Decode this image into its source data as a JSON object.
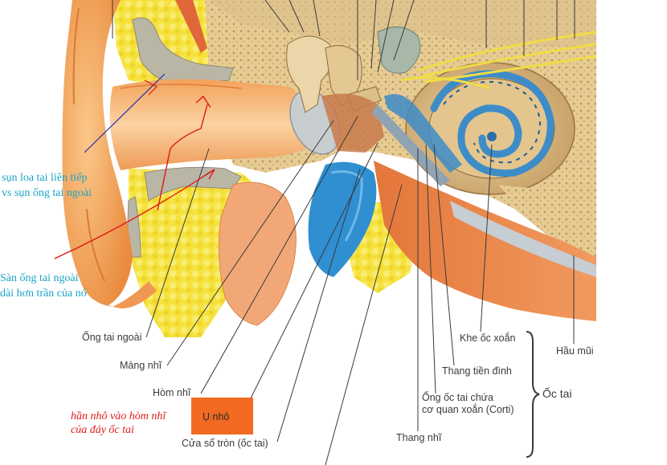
{
  "labels": {
    "external_canal": "Ống tai ngoài",
    "eardrum": "Màng nhĩ",
    "tympanic_cavity": "Hòm nhĩ",
    "round_window": "Cửa sổ tròn (ốc tai)",
    "scala_tympani": "Thang nhĩ",
    "cochlear_duct_line1": "Ống ốc tai chứa",
    "cochlear_duct_line2": "cơ quan xoắn (Corti)",
    "scala_vestibuli": "Thang tiền đình",
    "helicotrema": "Khe ốc xoắn",
    "cochlea": "Ốc tai",
    "nasopharynx": "Hầu mũi"
  },
  "notes": {
    "cartilage_line1": "sụn loa tai liên tiếp",
    "cartilage_line2": "vs sụn ống tai ngoài",
    "floor_line1": "Sàn ống tai ngoài",
    "floor_line2": "dài hơn trần của nó",
    "promontory_line1": "hần nhô vào hòm nhĩ",
    "promontory_line2": "của đáy ốc tai"
  },
  "callout": {
    "label": "Ụ nhô",
    "color": "#f26a21"
  },
  "colors": {
    "leader_lines": "#3a3a3a",
    "note_blue": "#1aa3c8",
    "note_red": "#e01818",
    "ear_skin": "#f2a35c",
    "bone": "#e8cf9a",
    "fat": "#f3dc3a",
    "tube": "#2f8fd0",
    "cochlea_duct": "#4a90c8"
  }
}
